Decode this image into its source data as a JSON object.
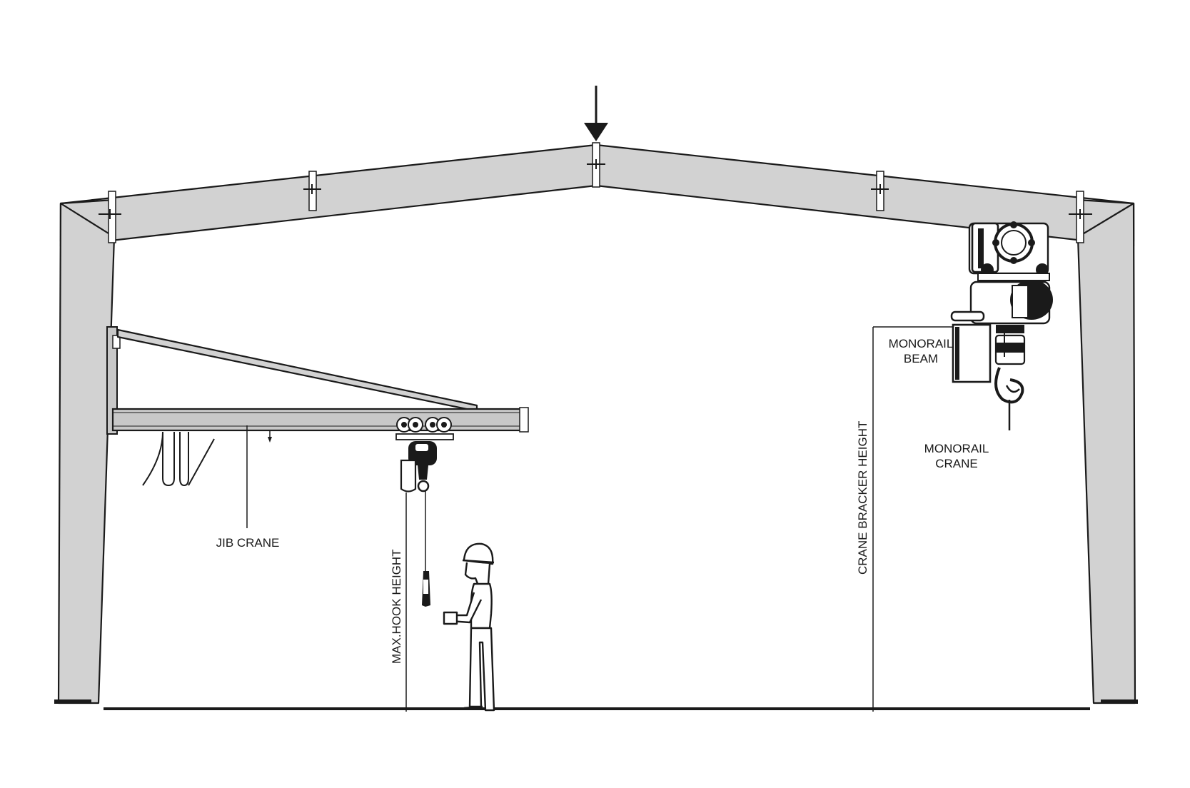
{
  "labels": {
    "jib_crane": "JIB CRANE",
    "max_hook_height": "MAX.HOOK HEIGHT",
    "crane_bracket_height": "CRANE BRACKER HEIGHT",
    "monorail_beam_line1": "MONORAIL",
    "monorail_beam_line2": "BEAM",
    "monorail_crane_line1": "MONORAIL",
    "monorail_crane_line2": "CRANE"
  },
  "colors": {
    "steel_fill": "#d2d2d2",
    "line": "#1a1a1a",
    "background": "#ffffff"
  },
  "icons": [
    "load-arrow-icon",
    "worker-figure-icon",
    "electric-hoist-icon"
  ]
}
